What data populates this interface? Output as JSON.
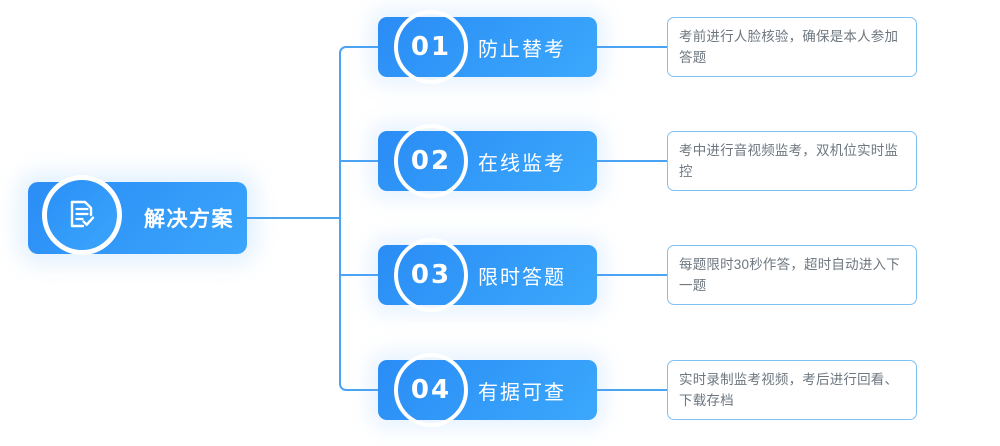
{
  "diagram": {
    "type": "horizontal-tree-mindmap",
    "title": "解决方案",
    "colors": {
      "node_gradient_start": "#2a8cf5",
      "node_gradient_end": "#3ba8fc",
      "connector_line": "#4ba3f3",
      "desc_border": "#7ec2f5",
      "desc_text": "#6e7780",
      "node_text": "#ffffff",
      "background": "#ffffff"
    },
    "root": {
      "label": "解决方案",
      "icon": "document-check-icon"
    },
    "items": [
      {
        "number": "01",
        "label": "防止替考",
        "description": "考前进行人脸核验，确保是本人参加答题"
      },
      {
        "number": "02",
        "label": "在线监考",
        "description": "考中进行音视频监考，双机位实时监控"
      },
      {
        "number": "03",
        "label": "限时答题",
        "description": "每题限时30秒作答，超时自动进入下一题"
      },
      {
        "number": "04",
        "label": "有据可查",
        "description": "实时录制监考视频，考后进行回看、下载存档"
      }
    ]
  }
}
